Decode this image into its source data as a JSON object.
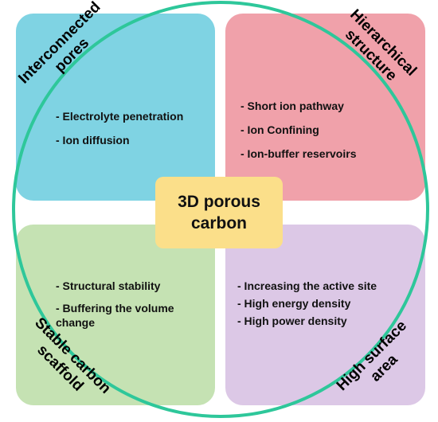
{
  "center": {
    "line1": "3D porous",
    "line2": "carbon",
    "color": "#fbdf8a"
  },
  "ring_color": "#2ec79a",
  "quadrants": {
    "top_left": {
      "color": "#7fd3e3",
      "title": [
        "Interconnected",
        "pores"
      ],
      "bullets": [
        "- Electrolyte penetration",
        "- Ion diffusion"
      ]
    },
    "top_right": {
      "color": "#f0a1aa",
      "title": [
        "Hierarchical",
        "structure"
      ],
      "bullets": [
        "- Short ion pathway",
        "-  Ion Confining",
        "- Ion-buffer reservoirs"
      ]
    },
    "bottom_left": {
      "color": "#c5e2b3",
      "title": [
        "Stable carbon",
        "scaffold"
      ],
      "bullets": [
        "- Structural stability",
        "- Buffering the volume change"
      ]
    },
    "bottom_right": {
      "color": "#dcc8e6",
      "title": [
        "High surface",
        "area"
      ],
      "bullets": [
        "- Increasing the active site",
        "- High energy density",
        "- High power density"
      ]
    }
  }
}
